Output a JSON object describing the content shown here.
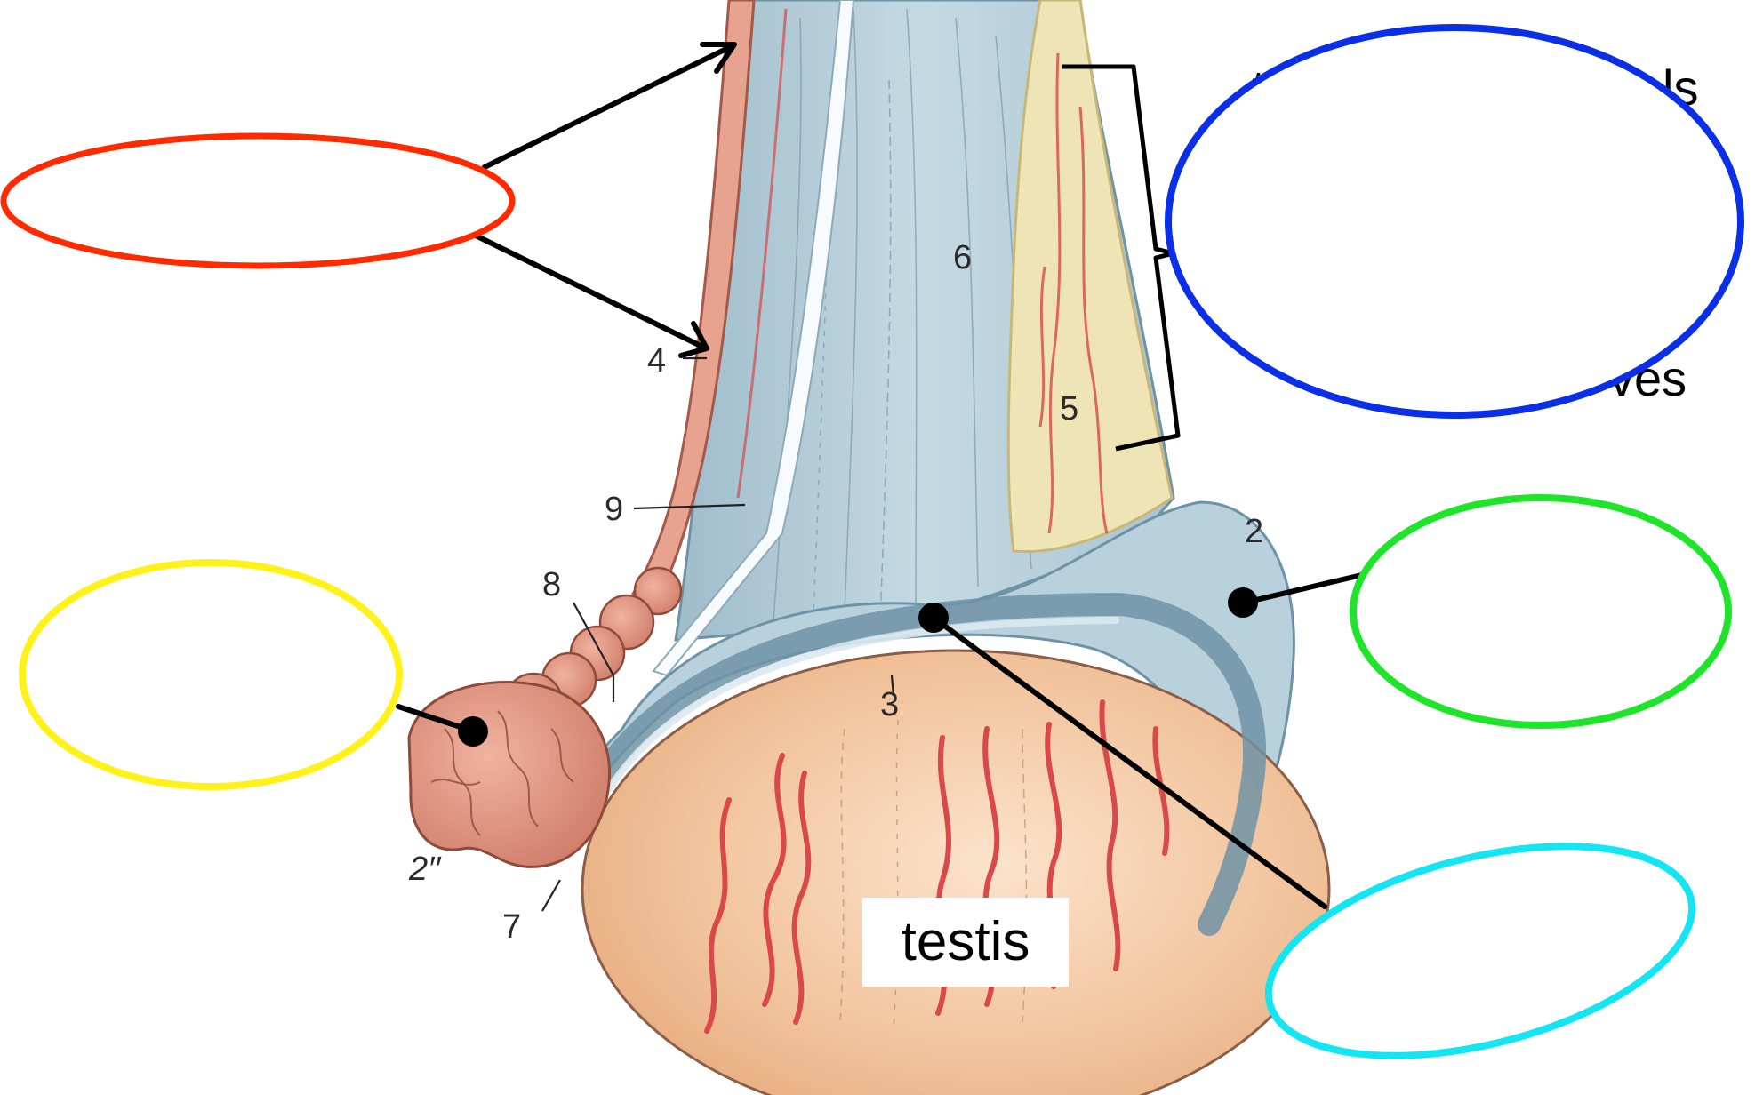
{
  "diagram": {
    "main_label": "testis",
    "numbers": {
      "n2": "2",
      "n2pp": "2′′",
      "n3": "3",
      "n4": "4",
      "n5": "5",
      "n6": "6",
      "n7": "7",
      "n8": "8",
      "n9": "9"
    },
    "partial_text": {
      "top_right_1": "ls",
      "top_right_2": "ves",
      "top_right_3": "t"
    }
  },
  "ovals": [
    {
      "name": "red-label-oval",
      "color": "#ff2a00"
    },
    {
      "name": "blue-label-oval",
      "color": "#0a2fe6"
    },
    {
      "name": "green-label-oval",
      "color": "#1fe52a"
    },
    {
      "name": "yellow-label-oval",
      "color": "#fff21a"
    },
    {
      "name": "cyan-label-oval",
      "color": "#14e5f2"
    }
  ],
  "colors": {
    "tunic_blue": "#b9d1dc",
    "tunic_edge": "#6f93a6",
    "testis_fill": "#f3c6a0",
    "epididymis": "#e79b85",
    "vessel_red": "#d9494a",
    "cord_yellow": "#efe4b5"
  }
}
